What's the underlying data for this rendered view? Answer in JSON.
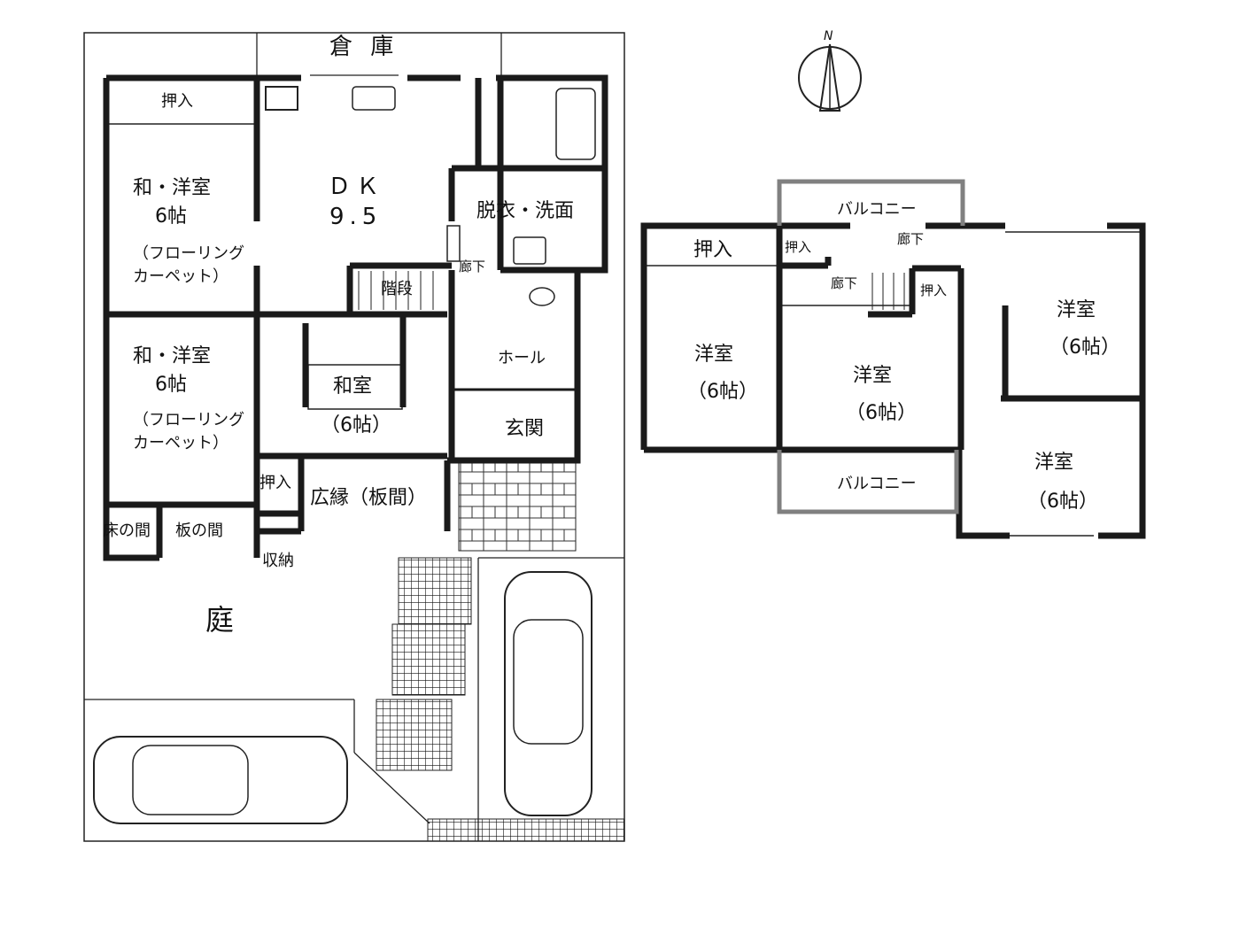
{
  "first_floor": {
    "storage": "倉 庫",
    "closet_top": "押入",
    "room1": {
      "name": "和・洋室",
      "size": "6帖",
      "note1": "（フローリング",
      "note2": "カーペット）"
    },
    "room2": {
      "name": "和・洋室",
      "size": "6帖",
      "note1": "（フローリング",
      "note2": "カーペット）"
    },
    "dk": {
      "name": "ＤＫ",
      "size": "9.5"
    },
    "washroom": "脱衣・洗面",
    "corridor": "廊下",
    "stairs": "階段",
    "washitsu": {
      "name": "和室",
      "size": "（6帖）"
    },
    "hall": "ホール",
    "entrance": "玄関",
    "closet_small": "押入",
    "veranda": "広縁（板間）",
    "tokonoma": "床の間",
    "itanoma": "板の間",
    "storage_small": "収納",
    "garden": "庭"
  },
  "second_floor": {
    "balcony_top": "バルコニー",
    "balcony_bottom": "バルコニー",
    "closet_left": "押入",
    "closet_mid": "押入",
    "closet_right": "押入",
    "corridor_top": "廊下",
    "corridor_mid": "廊下",
    "rooms": [
      {
        "name": "洋室",
        "size": "（6帖）"
      },
      {
        "name": "洋室",
        "size": "（6帖）"
      },
      {
        "name": "洋室",
        "size": "（6帖）"
      },
      {
        "name": "洋室",
        "size": "（6帖）"
      }
    ]
  },
  "compass": {
    "label": "N"
  },
  "colors": {
    "wall": "#1a1a1a",
    "balcony": "#808080",
    "line": "#222222"
  }
}
